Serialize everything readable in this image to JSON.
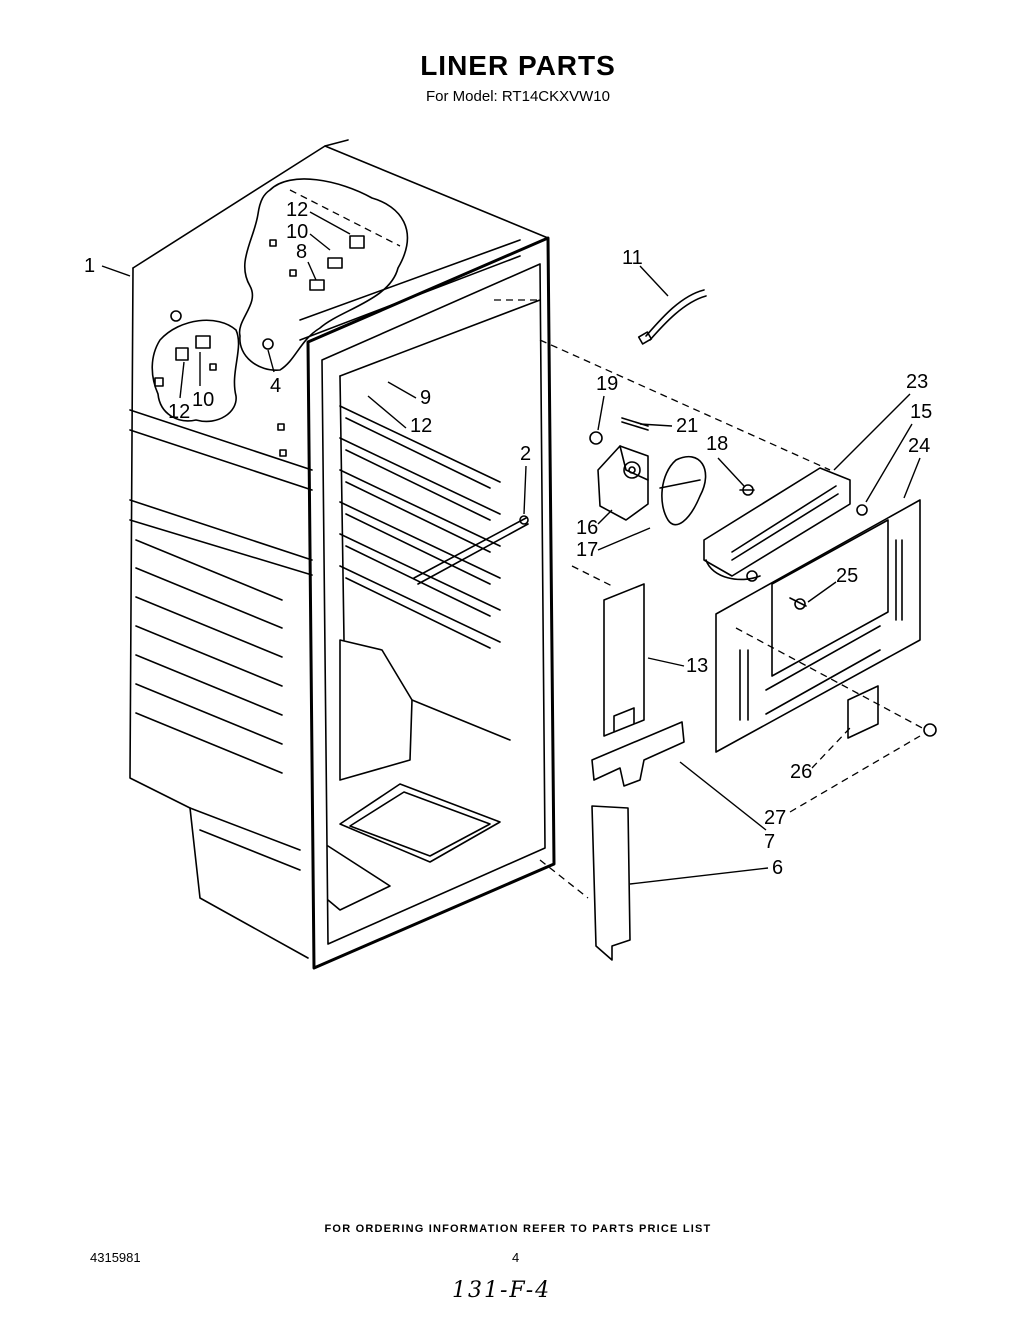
{
  "header": {
    "title": "LINER PARTS",
    "subtitle": "For Model: RT14CKXVW10"
  },
  "footer": {
    "notice": "FOR ORDERING INFORMATION REFER TO PARTS PRICE LIST",
    "document_number": "4315981",
    "page_number": "4",
    "handwritten_note": "131-F-4"
  },
  "callouts": [
    "1",
    "12",
    "10",
    "8",
    "12",
    "10",
    "4",
    "9",
    "12",
    "2",
    "11",
    "19",
    "21",
    "18",
    "16",
    "17",
    "23",
    "15",
    "24",
    "25",
    "13",
    "7",
    "6",
    "26",
    "27"
  ]
}
